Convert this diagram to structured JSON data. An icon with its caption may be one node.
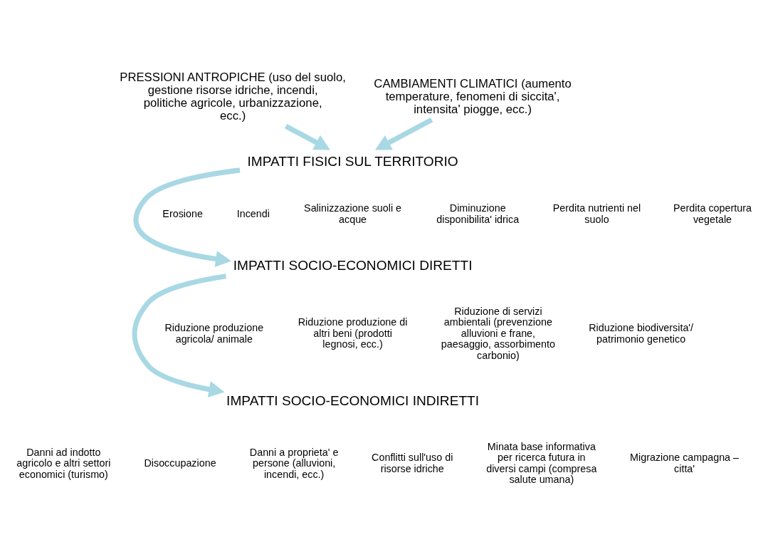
{
  "diagram": {
    "nodes": [
      {
        "text": [
          "PRESSIONI ANTROPICHE (uso del suolo, gestione risorse idriche, incendi, politiche agricole, urbanizzazione, ecc.)"
        ]
      },
      {
        "text": [
          "CAMBIAMENTI CLIMATICI (aumento temperature, fenomeni di siccita', intensita' piogge, ecc.)"
        ]
      },
      {
        "text": [
          "IMPATTI FISICI SUL TERRITORIO"
        ]
      },
      {
        "text": [
          "IMPATTI SOCIO-ECONOMICI DIRETTI"
        ]
      },
      {
        "text": [
          "IMPATTI SOCIO-ECONOMICI INDIRETTI"
        ]
      }
    ],
    "edges": [
      {
        "from": 0,
        "to": 2,
        "arrow": "to"
      },
      {
        "from": 1,
        "to": 2,
        "arrow": "to"
      },
      {
        "from": 2,
        "to": 3,
        "arrow": "to"
      },
      {
        "from": 3,
        "to": 4,
        "arrow": "to"
      }
    ],
    "labels": [
      "Erosione",
      "Incendi",
      "Salinizzazione suoli e acque",
      "Diminuzione disponibilita' idrica",
      "Perdita nutrienti nel suolo",
      "Perdita copertura vegetale",
      "Riduzione produzione agricola/ animale",
      "Riduzione produzione di altri beni (prodotti legnosi, ecc.)",
      "Riduzione di servizi ambientali (prevenzione alluvioni e frane, paesaggio, assorbimento carbonio)",
      "Riduzione biodiversita'/ patrimonio genetico",
      "Danni ad indotto agricolo e altri settori economici (turismo)",
      "Disoccupazione",
      "Danni a proprieta' e persone (alluvioni, incendi, ecc.)",
      "Conflitti sull'uso di risorse idriche",
      "Minata base informativa per ricerca futura in diversi campi (compresa salute umana)",
      "Migrazione campagna – citta'"
    ]
  }
}
